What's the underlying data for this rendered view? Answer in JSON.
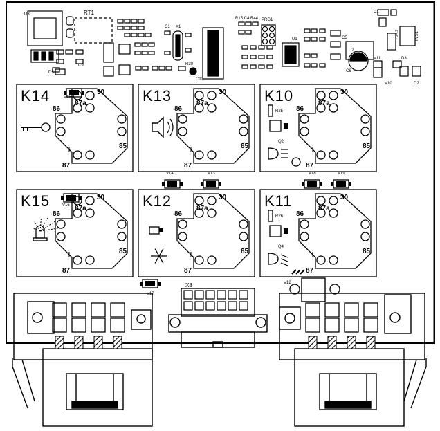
{
  "board": {
    "silkscreen": {
      "u3": "U3",
      "rt1": "RT1",
      "x8": "X8",
      "prg1": "PRG1",
      "u1": "U1",
      "u2": "U2",
      "c12": "C12",
      "r30": "R30",
      "x1": "X1",
      "c1": "C1",
      "c9": "C9",
      "d5": "D5",
      "d1": "D1",
      "tvs1": "TVS1",
      "tvs2": "TVS2",
      "v10": "V10",
      "v11": "V11",
      "d2": "D2",
      "d3": "D3",
      "c5": "C5",
      "c6": "C6",
      "r15": "R15 C4 R44"
    },
    "relays": [
      {
        "id": "K14",
        "label": "K14",
        "p30": "30",
        "p86": "86",
        "p87a": "87a",
        "p85": "85",
        "p87": "87",
        "icon": "key-icon"
      },
      {
        "id": "K13",
        "label": "K13",
        "p30": "30",
        "p86": "86",
        "p87a": "87a",
        "p85": "85",
        "p87": "87",
        "icon": "speaker-icon"
      },
      {
        "id": "K10",
        "label": "K10",
        "p30": "30",
        "p86": "86",
        "p87a": "87a",
        "p85": "85",
        "p87": "87",
        "icon": "headlight-icon",
        "resistor": "R25",
        "transistor": "Q2"
      },
      {
        "id": "K15",
        "label": "K15",
        "p30": "30",
        "p86": "86",
        "p87a": "87a",
        "p85": "85",
        "p87": "87",
        "icon": "beacon-icon"
      },
      {
        "id": "K12",
        "label": "K12",
        "p30": "30",
        "p86": "86",
        "p87a": "87a",
        "p85": "85",
        "p87": "87",
        "icon": "snowflake-icon"
      },
      {
        "id": "K11",
        "label": "K11",
        "p30": "30",
        "p86": "86",
        "p87a": "87a",
        "p85": "85",
        "p87": "87",
        "icon": "lowbeam-icon",
        "resistor": "R26",
        "transistor": "Q4"
      }
    ],
    "diodes": {
      "v15": "V15",
      "v16": "V16",
      "v17": "V17",
      "v14": "V14",
      "v13": "V13",
      "v18": "V18",
      "v19": "V19",
      "v12": "V12"
    }
  }
}
